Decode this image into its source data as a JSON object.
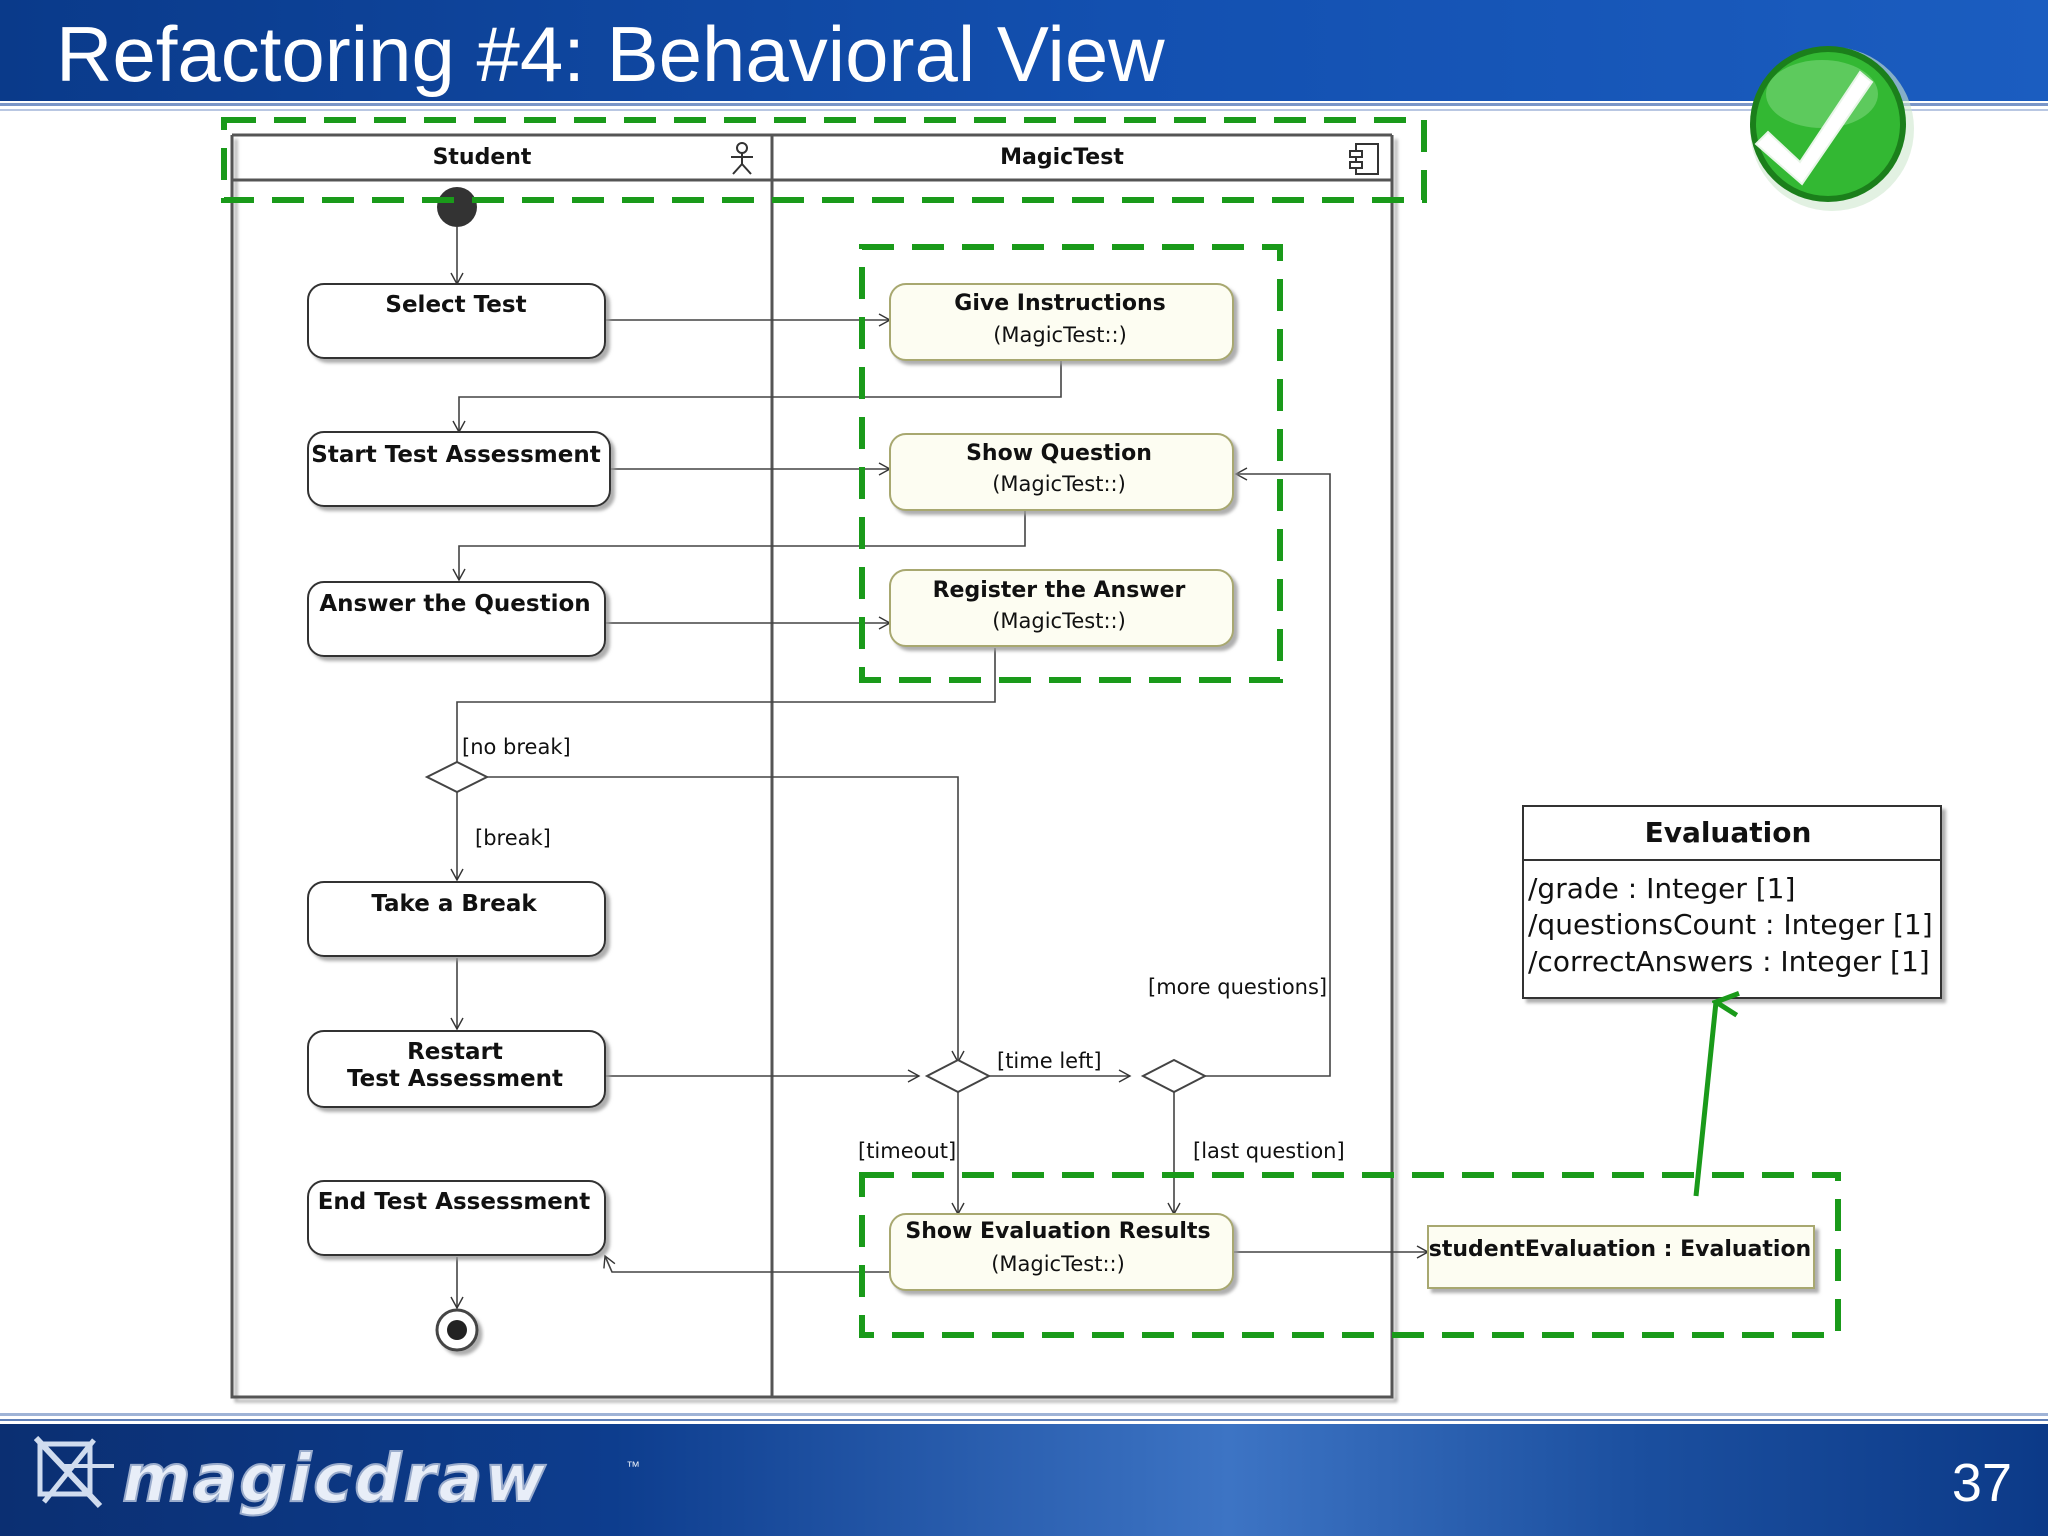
{
  "slide": {
    "title": "Refactoring #4: Behavioral View",
    "page_number": "37",
    "logo_text": "magicdraw",
    "logo_tm": "™"
  },
  "colors": {
    "header_blue": "#1350b0",
    "highlight_green": "#1a9a1a",
    "check_green": "#22b022",
    "action_fill": "#ffffff",
    "call_action_fill": "#fdfdf2"
  },
  "diagram": {
    "swimlanes": [
      {
        "name": "Student",
        "icon": "actor-icon"
      },
      {
        "name": "MagicTest",
        "icon": "component-icon"
      }
    ],
    "student_actions": [
      {
        "label": "Select Test"
      },
      {
        "label": "Start Test Assessment"
      },
      {
        "label": "Answer the Question"
      },
      {
        "label": "Take a Break"
      },
      {
        "line1": "Restart",
        "line2": "Test Assessment"
      },
      {
        "label": "End Test Assessment"
      }
    ],
    "magictest_actions": [
      {
        "label": "Give Instructions",
        "sub": "(MagicTest::)"
      },
      {
        "label": "Show Question",
        "sub": "(MagicTest::)"
      },
      {
        "label": "Register the Answer",
        "sub": "(MagicTest::)"
      },
      {
        "label": "Show Evaluation Results",
        "sub": "(MagicTest::)"
      }
    ],
    "guards": {
      "no_break": "[no break]",
      "break": "[break]",
      "more_questions": "[more questions]",
      "time_left": "[time left]",
      "timeout": "[timeout]",
      "last_question": "[last question]"
    },
    "object_node": "studentEvaluation : Evaluation",
    "class": {
      "name": "Evaluation",
      "attributes": [
        "/grade : Integer [1]",
        "/questionsCount : Integer [1]",
        "/correctAnswers : Integer [1]"
      ]
    }
  }
}
